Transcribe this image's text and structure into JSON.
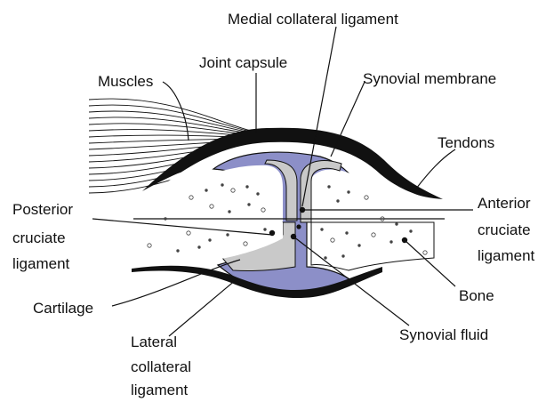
{
  "labels": {
    "medial_collateral_ligament": "Medial collateral ligament",
    "joint_capsule": "Joint capsule",
    "muscles": "Muscles",
    "synovial_membrane": "Synovial membrane",
    "tendons": "Tendons",
    "posterior_cruciate_ligament": [
      "Posterior",
      "cruciate",
      "ligament"
    ],
    "anterior_cruciate_ligament": [
      "Anterior",
      "cruciate",
      "ligament"
    ],
    "bone": "Bone",
    "cartilage": "Cartilage",
    "synovial_fluid": "Synovial fluid",
    "lateral_collateral_ligament": [
      "Lateral",
      "collateral",
      "ligament"
    ]
  },
  "colors": {
    "synovial_fluid": "#8c8fc8",
    "cartilage": "#c9c9c9",
    "bone": "#ffffff",
    "outline": "#111111"
  }
}
